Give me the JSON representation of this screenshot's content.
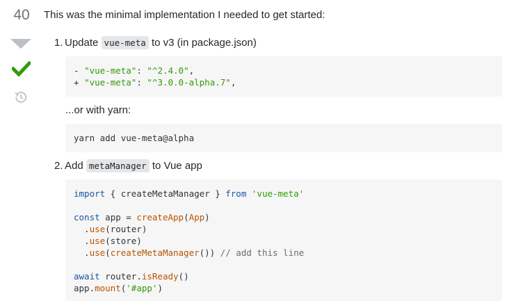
{
  "vote": {
    "count": "40"
  },
  "answer": {
    "intro": "This was the minimal implementation I needed to get started:",
    "step1": {
      "num": "1.",
      "prefix": "Update",
      "code": "vue-meta",
      "suffix": "to v3 (in package.json)"
    },
    "diff": {
      "line1_prefix": "- ",
      "line1_key": "\"vue-meta\"",
      "line1_colon": ": ",
      "line1_val": "\"^2.4.0\"",
      "line1_end": ",",
      "line2_prefix": "+ ",
      "line2_key": "\"vue-meta\"",
      "line2_colon": ": ",
      "line2_val": "\"^3.0.0-alpha.7\"",
      "line2_end": ","
    },
    "or_yarn": "...or with yarn:",
    "yarn_cmd": "yarn add vue-meta@alpha",
    "step2": {
      "num": "2.",
      "prefix": "Add",
      "code": "metaManager",
      "suffix": "to Vue app"
    },
    "code_block": {
      "l1_import": "import",
      "l1_mid": " { createMetaManager } ",
      "l1_from": "from",
      "l1_space": " ",
      "l1_str": "'vue-meta'",
      "l3_const": "const",
      "l3_mid": " app = ",
      "l3_fn": "createApp",
      "l3_open": "(",
      "l3_arg": "App",
      "l3_close": ")",
      "l4_dot": "  .",
      "l4_fn": "use",
      "l4_rest": "(router)",
      "l5_dot": "  .",
      "l5_fn": "use",
      "l5_rest": "(store)",
      "l6_dot": "  .",
      "l6_fn": "use",
      "l6_open": "(",
      "l6_fn2": "createMetaManager",
      "l6_rest": "()) ",
      "l6_comment": "// add this line",
      "l8_await": "await",
      "l8_mid": " router.",
      "l8_fn": "isReady",
      "l8_rest": "()",
      "l9_pre": "app.",
      "l9_fn": "mount",
      "l9_open": "(",
      "l9_str": "'#app'",
      "l9_close": ")"
    }
  }
}
